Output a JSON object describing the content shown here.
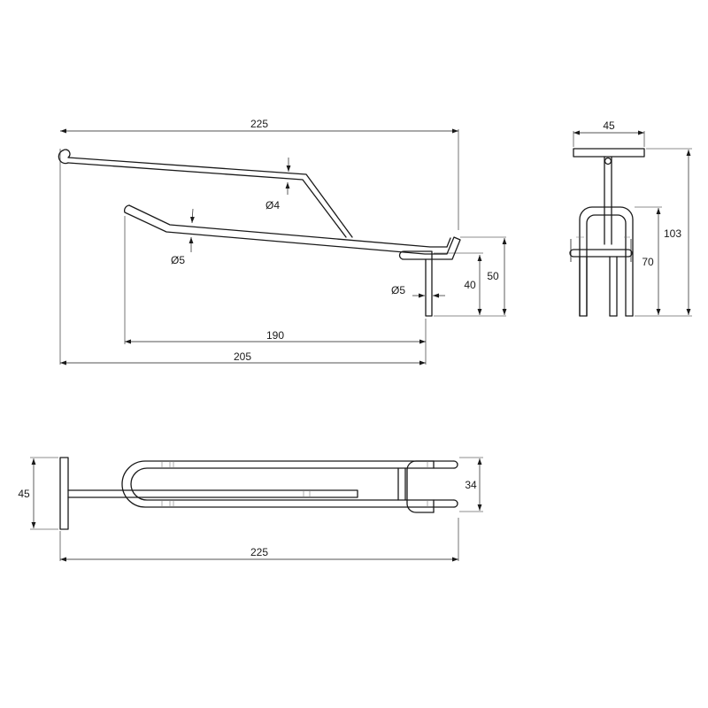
{
  "side_view": {
    "overall_length": "225",
    "upper_wire_diameter": "Ø4",
    "lower_wire_diameter": "Ø5",
    "pin_diameter": "Ø5",
    "pin_height": "40",
    "total_height": "50",
    "lower_arm_length": "190",
    "reach_length": "205"
  },
  "end_view": {
    "plate_width": "45",
    "overall_height": "103",
    "loop_height": "70"
  },
  "top_view": {
    "plate_height": "45",
    "prong_spacing": "34",
    "overall_length": "225"
  }
}
